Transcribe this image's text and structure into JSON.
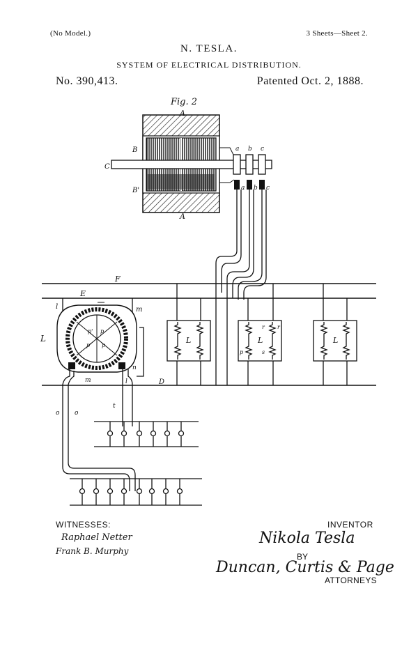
{
  "header": {
    "left_note": "(No Model.)",
    "right_note": "3 Sheets—Sheet 2.",
    "inventor_name": "N. TESLA.",
    "title": "SYSTEM OF ELECTRICAL DISTRIBUTION.",
    "patent_number": "No. 390,413.",
    "patent_date": "Patented Oct. 2, 1888."
  },
  "figure": {
    "label": "Fig. 2",
    "letters": {
      "A_top": "A",
      "A_bottom": "A",
      "B": "B",
      "B_prime": "B'",
      "C": "C",
      "F": "F",
      "E": "E",
      "D": "D",
      "L_motor": "L",
      "l": "l",
      "m": "m",
      "n": "n",
      "o1": "o",
      "o2": "o",
      "t": "t",
      "m2": "m",
      "l2": "l",
      "a1": "a",
      "b1": "b",
      "c1": "c",
      "a2": "a",
      "b2": "b",
      "c2": "c",
      "r": "r",
      "s": "s",
      "L_box1": "L",
      "L_box2": "L",
      "L_box3": "L",
      "p": "p",
      "r2": "r"
    }
  },
  "footer": {
    "witnesses_label": "WITNESSES:",
    "witness_1": "Raphael Netter",
    "witness_2": "Frank B. Murphy",
    "inventor_label": "INVENTOR",
    "inventor_signature": "Nikola Tesla",
    "by_label": "BY",
    "attorneys_signature": "Duncan, Curtis & Page",
    "attorneys_label": "ATTORNEYS"
  }
}
